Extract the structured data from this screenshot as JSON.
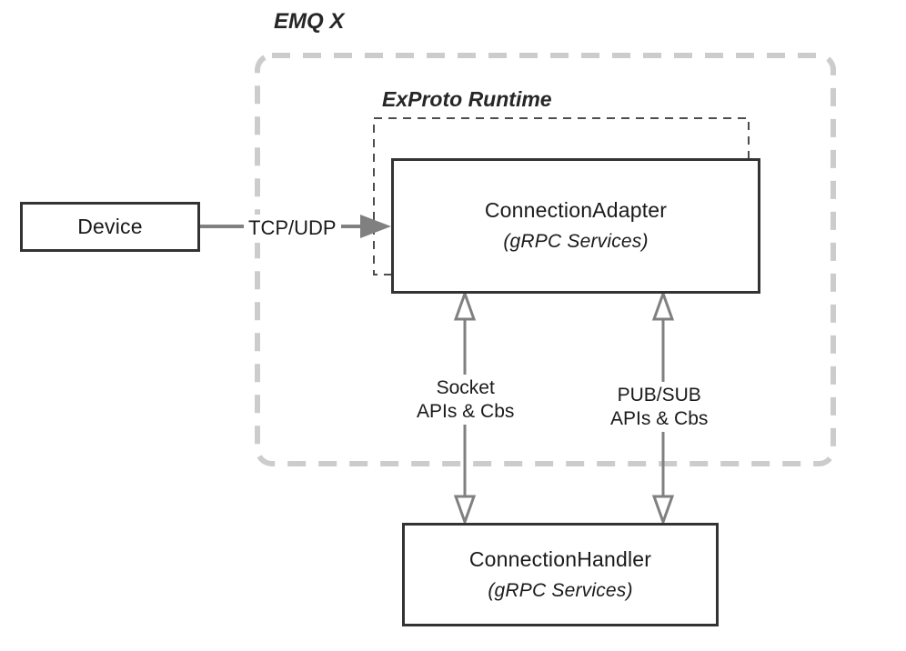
{
  "diagram": {
    "title_outer": "EMQ X",
    "title_inner": "ExProto Runtime",
    "colors": {
      "box_border": "#333333",
      "outer_dash": "#cccccc",
      "inner_dash": "#4d4d4d",
      "arrow_gray": "#808080",
      "text": "#1a1a1a"
    }
  },
  "nodes": {
    "device": {
      "title": "Device"
    },
    "connection_adapter": {
      "title": "ConnectionAdapter",
      "subtitle": "(gRPC Services)"
    },
    "connection_handler": {
      "title": "ConnectionHandler",
      "subtitle": "(gRPC Services)"
    }
  },
  "edges": {
    "transport": {
      "label": "TCP/UDP"
    },
    "socket": {
      "line1": "Socket",
      "line2": "APIs & Cbs"
    },
    "pubsub": {
      "line1": "PUB/SUB",
      "line2": "APIs & Cbs"
    }
  }
}
